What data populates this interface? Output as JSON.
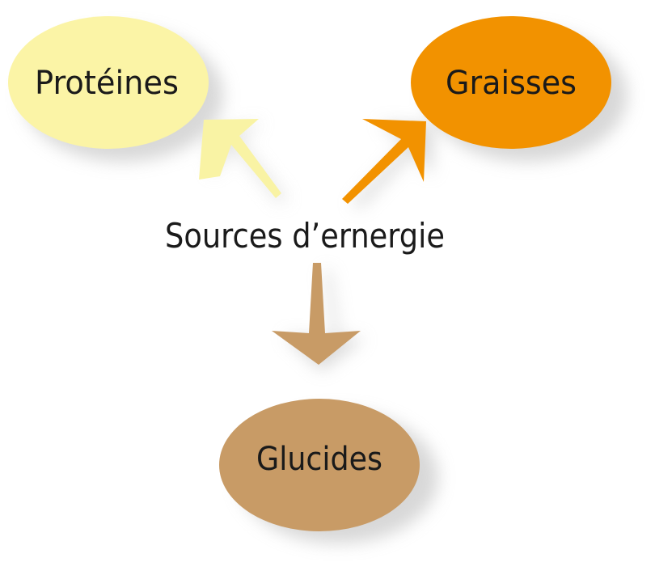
{
  "center": {
    "label": "Sources d’ernergie"
  },
  "nodes": [
    {
      "id": "proteines",
      "label": "Protéines",
      "fill": "#fbf4a6",
      "arrow": "#f9f3a4"
    },
    {
      "id": "graisses",
      "label": "Graisses",
      "fill": "#f29200",
      "arrow": "#f29200"
    },
    {
      "id": "glucides",
      "label": "Glucides",
      "fill": "#c89b66",
      "arrow": "#c89b66"
    }
  ],
  "colors": {
    "text": "#1a1a1a",
    "background": "#ffffff",
    "shadow": "#c8c8c8"
  }
}
